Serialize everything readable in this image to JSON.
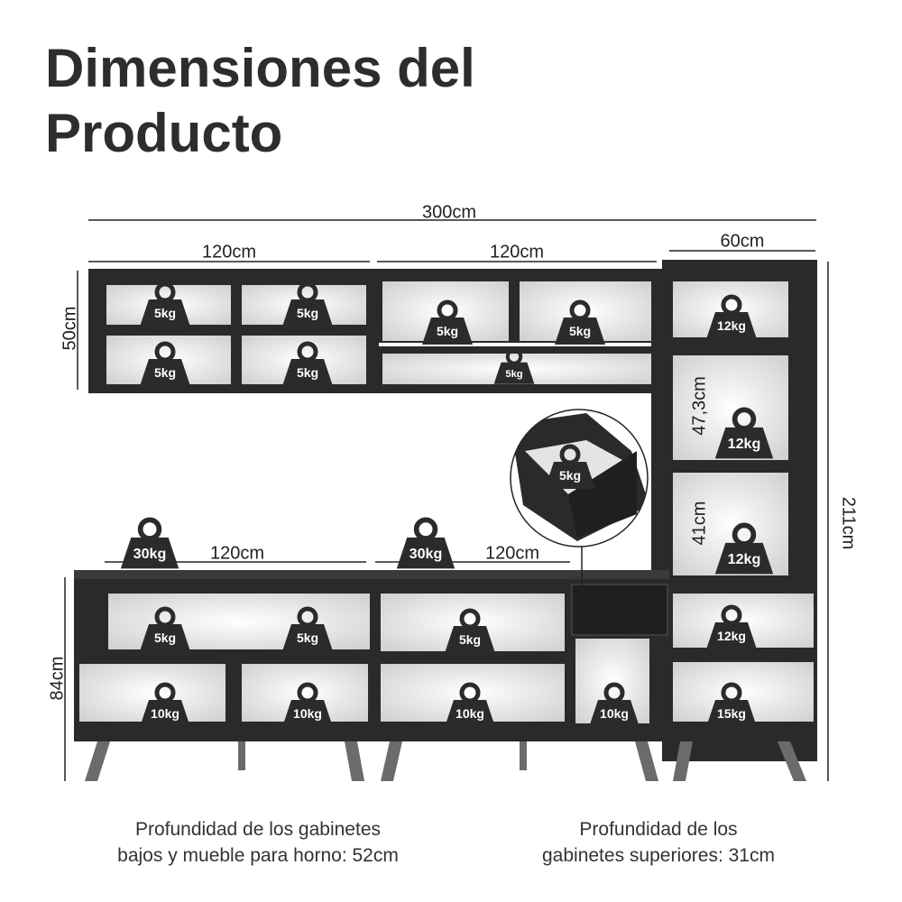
{
  "title": {
    "line1": "Dimensiones del",
    "line2": "Producto"
  },
  "dimensions": {
    "total_width": "300cm",
    "upper_left_width": "120cm",
    "upper_middle_width": "120cm",
    "tower_width": "60cm",
    "upper_height": "50cm",
    "lower_left_width": "120cm",
    "lower_middle_width": "120cm",
    "lower_height": "84cm",
    "tower_height": "211cm",
    "tower_niche_upper": "47,3cm",
    "tower_niche_lower": "41cm"
  },
  "weights": {
    "ul_tl": "5kg",
    "ul_tr": "5kg",
    "ul_bl": "5kg",
    "ul_br": "5kg",
    "um_l": "5kg",
    "um_r": "5kg",
    "um_bottom": "5kg",
    "tower_top": "12kg",
    "tower_niche1": "12kg",
    "tower_niche2": "12kg",
    "drawer": "5kg",
    "counter_left": "30kg",
    "counter_middle": "30kg",
    "ll_tl": "5kg",
    "ll_tr": "5kg",
    "ll_bl": "10kg",
    "ll_br": "10kg",
    "lm_top": "5kg",
    "lm_bottom": "10kg",
    "oven_bottom": "10kg",
    "tower_low1": "12kg",
    "tower_low2": "15kg"
  },
  "notes": {
    "left_line1": "Profundidad de los gabinetes",
    "left_line2": "bajos y mueble para horno: 52cm",
    "right_line1": "Profundidad de los",
    "right_line2": "gabinetes superiores: 31cm"
  },
  "colors": {
    "cabinet": "#2a2a2a",
    "interior": "#e9e9e9",
    "legs": "#6b6b6b",
    "weight_icon": "#2b2b2b"
  }
}
